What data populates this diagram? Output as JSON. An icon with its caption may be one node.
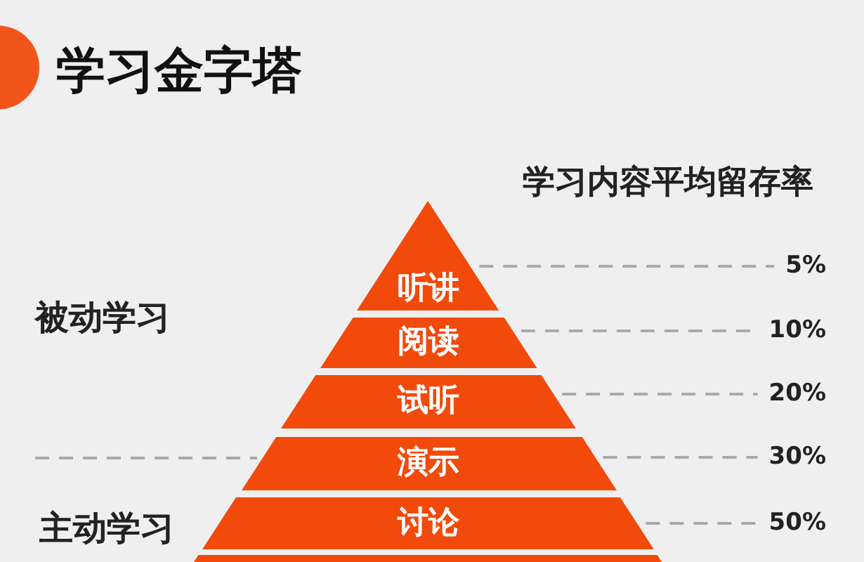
{
  "diagram": {
    "title": "学习金字塔",
    "nodes": [
      {
        "text": [
          "听讲"
        ]
      },
      {
        "text": [
          "阅读"
        ]
      },
      {
        "text": [
          "试听"
        ]
      },
      {
        "text": [
          "演示"
        ]
      },
      {
        "text": [
          "讨论"
        ]
      },
      {
        "text": [],
        "shape": "bar"
      },
      {
        "text": [
          "5%"
        ]
      },
      {
        "text": [
          "10%"
        ]
      },
      {
        "text": [
          "20%"
        ]
      },
      {
        "text": [
          "30%"
        ]
      },
      {
        "text": [
          "50%"
        ]
      }
    ],
    "edges": [
      {
        "from": 0,
        "to": 6,
        "arrow": "none",
        "style": "dashed"
      },
      {
        "from": 1,
        "to": 7,
        "arrow": "none",
        "style": "dashed"
      },
      {
        "from": 2,
        "to": 8,
        "arrow": "none",
        "style": "dashed"
      },
      {
        "from": 3,
        "to": 9,
        "arrow": "none",
        "style": "dashed"
      },
      {
        "from": 4,
        "to": 10,
        "arrow": "none",
        "style": "dashed"
      }
    ],
    "labels": [
      "学习内容平均留存率",
      "被动学习",
      "主动学习"
    ]
  }
}
